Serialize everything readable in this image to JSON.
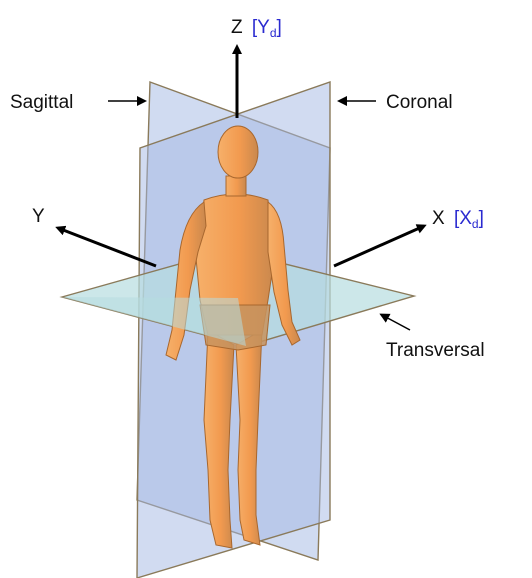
{
  "axes": {
    "z": {
      "letter": "Z",
      "alt_open": "[Y",
      "alt_sub": "d",
      "alt_close": "]"
    },
    "x": {
      "letter": "X",
      "alt_open": "[X",
      "alt_sub": "d",
      "alt_close": "]"
    },
    "y": {
      "letter": "Y"
    }
  },
  "planes": {
    "sagittal": "Sagittal",
    "coronal": "Coronal",
    "transversal": "Transversal"
  },
  "colors": {
    "plane_fill": "#a9bde6",
    "transversal_fill": "#b6dde0",
    "plane_edge": "#8a7a5a",
    "body_fill": "#f4a35c",
    "body_shade": "#c98a55",
    "axis_color": "#000000",
    "bracket_color": "#2a2ad0"
  }
}
